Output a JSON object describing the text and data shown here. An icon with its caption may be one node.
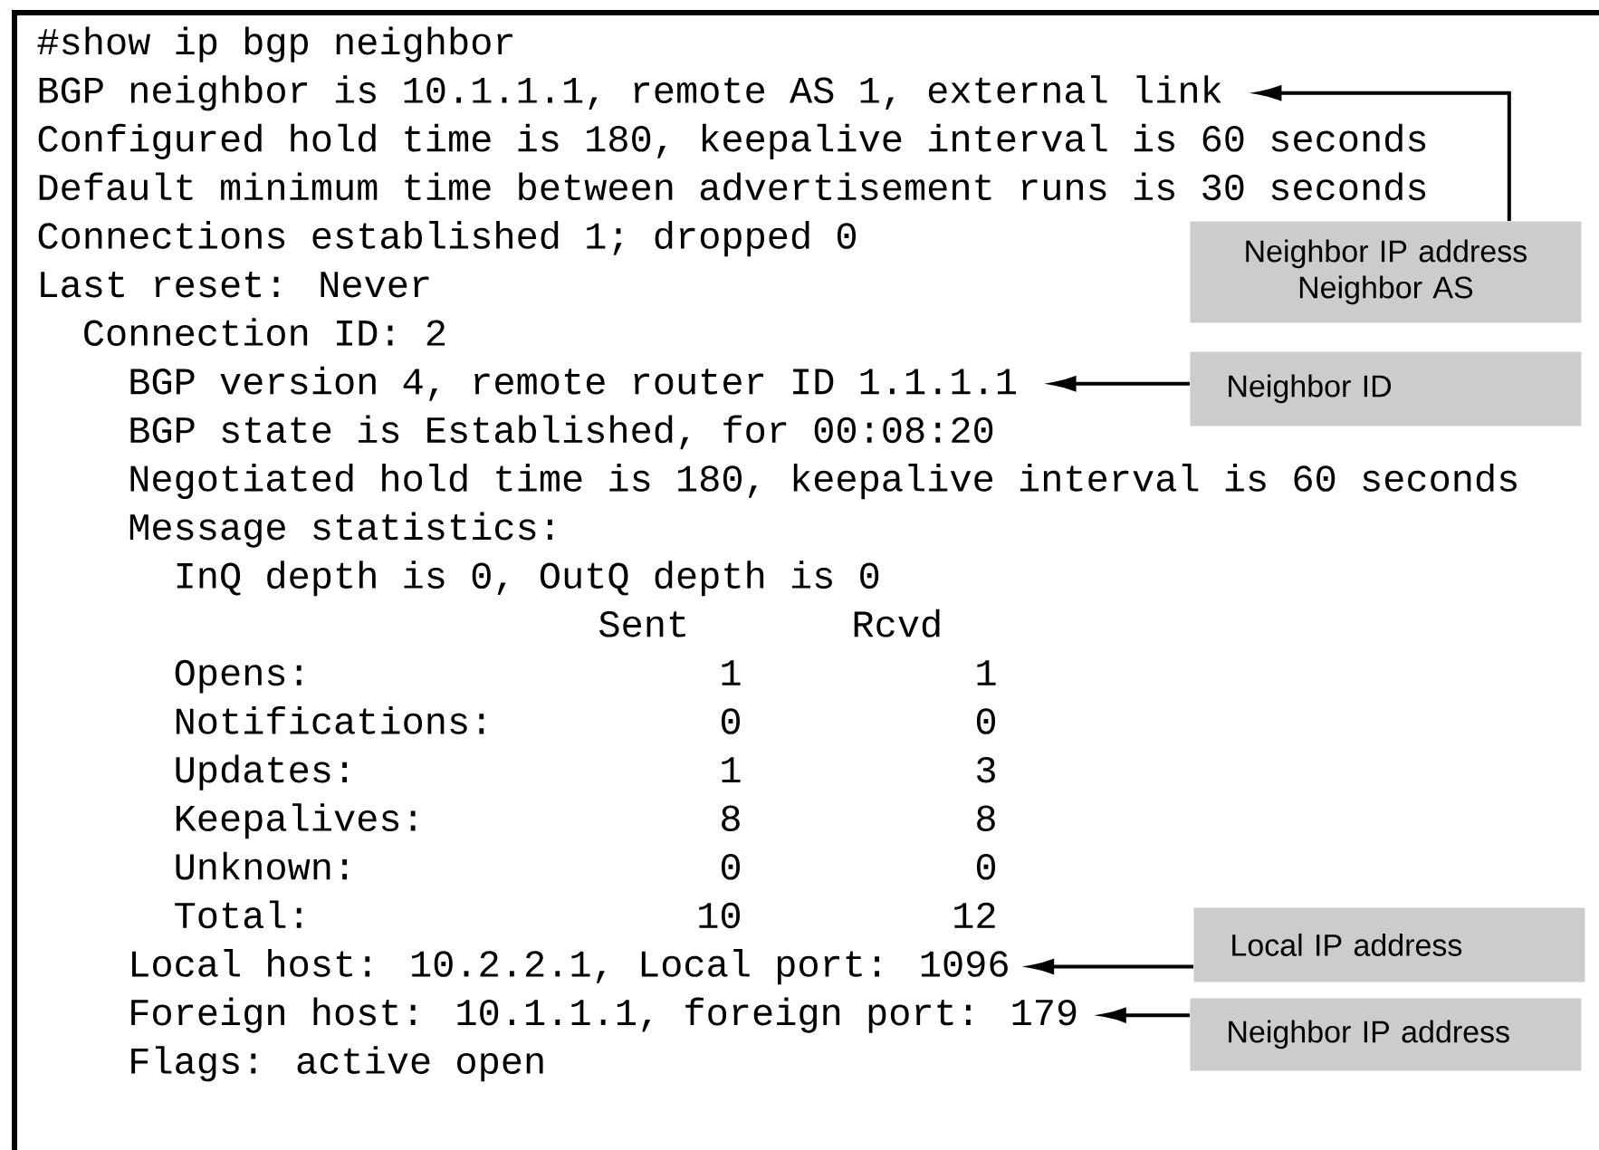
{
  "diagram": {
    "nodes": [
      {
        "text": [
          "BGP neighbor is 10.1.1.1, remote AS 1, external link"
        ]
      },
      {
        "text": [
          "Neighbor IP address",
          "Neighbor AS"
        ]
      },
      {
        "text": [
          "BGP version 4, remote router ID 1.1.1.1"
        ]
      },
      {
        "text": [
          "Neighbor ID"
        ]
      },
      {
        "text": [
          "Local host: 10.2.2.1, Local port: 1096"
        ]
      },
      {
        "text": [
          "Local IP address"
        ]
      },
      {
        "text": [
          "Foreign host: 10.1.1.1, foreign port: 179"
        ]
      },
      {
        "text": [
          "Neighbor IP address"
        ]
      }
    ],
    "edges": [
      {
        "from": 1,
        "to": 0,
        "arrow": "to"
      },
      {
        "from": 3,
        "to": 2,
        "arrow": "to"
      },
      {
        "from": 5,
        "to": 4,
        "arrow": "to"
      },
      {
        "from": 7,
        "to": 6,
        "arrow": "to"
      }
    ],
    "labels": [
      "#show ip bgp neighbor",
      "Configured hold time is 180, keepalive interval is 60 seconds",
      "Default minimum time between advertisement runs is 30 seconds",
      "Connections established 1; dropped 0",
      "Last reset: Never",
      "Connection ID: 2",
      "BGP state is Established, for 00:08:20",
      "Negotiated hold time is 180, keepalive interval is 60 seconds",
      "Message statistics:",
      "InQ depth is 0, OutQ depth is 0",
      "Sent",
      "Rcvd",
      "Opens:",
      "1",
      "1",
      "Notifications:",
      "0",
      "0",
      "Updates:",
      "1",
      "3",
      "Keepalives:",
      "8",
      "8",
      "Unknown:",
      "0",
      "0",
      "Total:",
      "10",
      "12",
      "Flags: active open"
    ]
  }
}
